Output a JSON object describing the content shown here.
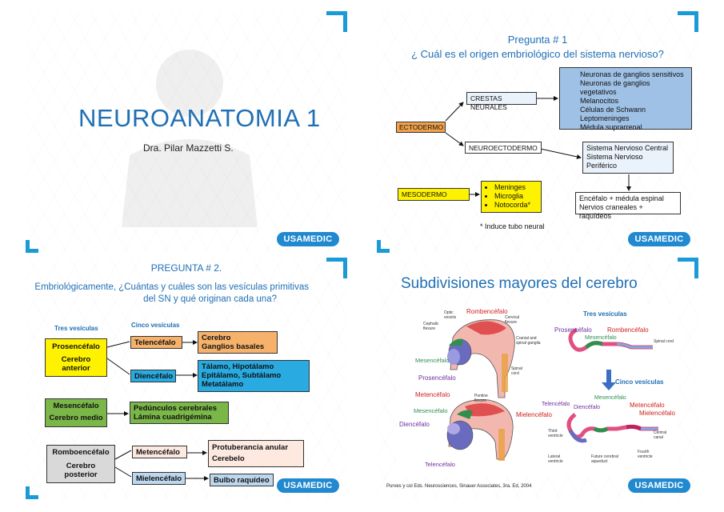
{
  "brand": {
    "logo_text": "USAMEDIC",
    "accent": "#1a9ad6"
  },
  "slide1": {
    "title": "NEUROANATOMIA 1",
    "author": "Dra. Pilar Mazzetti S."
  },
  "slide2": {
    "title_line1": "Pregunta  # 1",
    "title_line2": "¿ Cuál es el origen embriológico del sistema nervioso?",
    "ectodermo": "ECTODERMO",
    "crestas": "CRESTAS NEURALES",
    "crestas_list": [
      "Neuronas de ganglios sensitivos",
      "Neuronas de ganglios vegetativos",
      "Melanocitos",
      "Células de Schwann",
      "Leptomeninges",
      "Médula suprarrenal"
    ],
    "neuroecto": "NEUROECTODERMO",
    "sn_list": [
      "Sistema Nervioso Central",
      "Sistema Nervioso",
      "Periférico"
    ],
    "encefalo": [
      "Encéfalo + médula espinal",
      "Nervios craneales + raquídeos"
    ],
    "mesodermo": "MESODERMO",
    "meso_list": [
      "Meninges",
      "Microglia",
      "Notocorda*"
    ],
    "note": "* Induce tubo neural"
  },
  "slide3": {
    "title": "PREGUNTA # 2.",
    "question_l1": "Embriológicamente,  ¿Cuántas y cuáles son las vesículas primitivas",
    "question_l2": "del SN y qué originan cada una?",
    "tres": "Tres vesículas",
    "cinco": "Cinco vesículas",
    "prosencefalo": "Prosencéfalo",
    "cerebro_anterior": "Cerebro anterior",
    "telencefalo": "Telencéfalo",
    "tel_out": [
      "Cerebro",
      "Ganglios basales"
    ],
    "diencefalo": "Diencéfalo",
    "dien_out": [
      "Tálamo, Hipotálamo",
      "Epitálamo, Subtálamo",
      "Metatálamo"
    ],
    "mesencefalo": "Mesencéfalo",
    "cerebro_medio": "Cerebro medio",
    "mes_out": [
      "Pedúnculos cerebrales",
      "Lámina  cuadrigémina"
    ],
    "romboencefalo": "Romboencéfalo",
    "cerebro_posterior": "Cerebro posterior",
    "metencefalo": "Metencéfalo",
    "met_out": [
      "Protuberancia anular",
      "Cerebelo"
    ],
    "mielencefalo": "Mielencéfalo",
    "miel_out": "Bulbo raquídeo"
  },
  "slide4": {
    "title": "Subdivisiones mayores del cerebro",
    "tres": "Tres vesículas",
    "cinco": "Cinco vesículas",
    "labels": {
      "rombencefalo": "Rombencéfalo",
      "mesencefalo": "Mesencéfalo",
      "prosencefalo": "Prosencéfalo",
      "metencefalo": "Metencéfalo",
      "mielencefalo": "Mielencéfalo",
      "diencefalo": "Diencéfalo",
      "telencefalo": "Telencéfalo"
    },
    "small": {
      "optic": "Optic vesicle",
      "cephalic": "Cephalic flexure",
      "cervical": "Cervical flexure",
      "cranial": "Cranial and spinal ganglia",
      "spinal": "Spinal cord",
      "pontine": "Pontine flexure",
      "spinal_cord": "Spinal cord",
      "third": "Third ventricle",
      "lateral": "Lateral ventricle",
      "future": "Future cerebral aqueduct",
      "fourth": "Fourth ventricle",
      "central": "Central canal"
    },
    "citation": "Purves y col Eds. Neurosciences, Sinauer Associates, 3ra. Ed, 2004"
  }
}
